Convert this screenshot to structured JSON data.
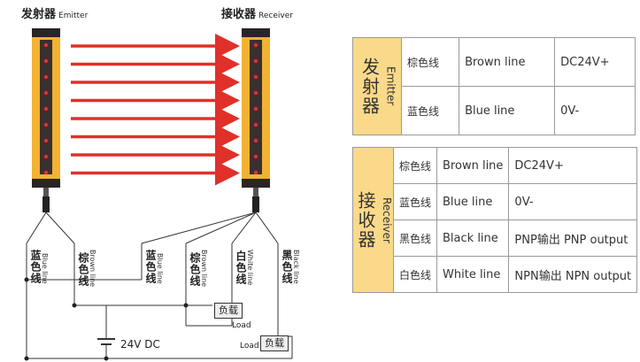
{
  "emitter": {
    "title_cn": "发射器",
    "title_en": "Emitter"
  },
  "receiver": {
    "title_cn": "接收器",
    "title_en": "Receiver"
  },
  "wires": [
    {
      "cn": "蓝色线",
      "en": "Blue line"
    },
    {
      "cn": "棕色线",
      "en": "Brown line"
    },
    {
      "cn": "蓝色线",
      "en": "Blue line"
    },
    {
      "cn": "棕色线",
      "en": "Brown line"
    },
    {
      "cn": "白色线",
      "en": "White line"
    },
    {
      "cn": "黑色线",
      "en": "Black line"
    }
  ],
  "load": {
    "cn": "负载",
    "en": "Load"
  },
  "power": {
    "label": "24V DC"
  },
  "colors": {
    "housing": "#f2b233",
    "strip": "#3a3030",
    "led": "#e53030",
    "beam": "#e0302a",
    "table_head": "#fbd98a"
  },
  "table_emitter": {
    "head_cn": "发射器",
    "head_en": "Emitter",
    "rows": [
      {
        "cn": "棕色线",
        "en": "Brown line",
        "val": "DC24V+"
      },
      {
        "cn": "蓝色线",
        "en": "Blue line",
        "val": "0V-"
      }
    ]
  },
  "table_receiver": {
    "head_cn": "接收器",
    "head_en": "Receiver",
    "rows": [
      {
        "cn": "棕色线",
        "en": "Brown line",
        "val": "DC24V+"
      },
      {
        "cn": "蓝色线",
        "en": "Blue line",
        "val": "0V-"
      },
      {
        "cn": "黑色线",
        "en": "Black line",
        "val": "PNP输出 PNP output"
      },
      {
        "cn": "白色线",
        "en": "White line",
        "val": "NPN输出 NPN output"
      }
    ]
  }
}
